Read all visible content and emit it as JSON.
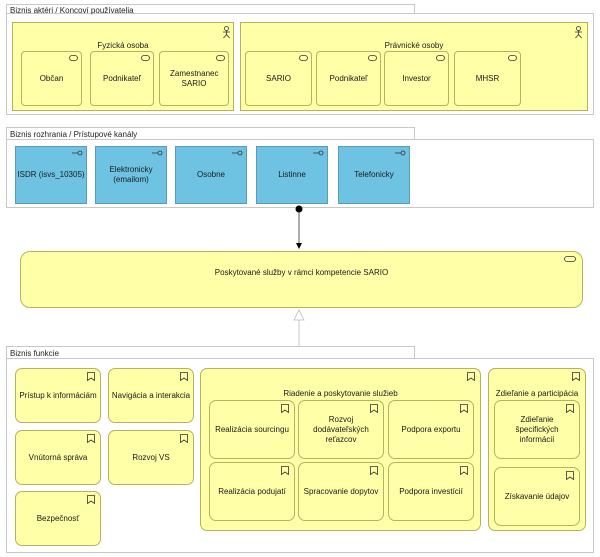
{
  "actors_group": {
    "title": "Biznis aktéri / Koncoví používatelia",
    "physical": {
      "title": "Fyzická osoba",
      "items": [
        "Občan",
        "Podnikateľ",
        "Zamestnanec SARIO"
      ]
    },
    "legal": {
      "title": "Právnické osoby",
      "items": [
        "SARIO",
        "Podnikateľ",
        "Investor",
        "MHSR"
      ]
    }
  },
  "channels_group": {
    "title": "Biznis rozhrania / Prístupové kanály",
    "items": [
      "ISDR (isvs_10305)",
      "Elektronicky (emailom)",
      "Osobne",
      "Listinne",
      "Telefonicky"
    ]
  },
  "service": {
    "label": "Poskytované služby v rámci kompetencie SARIO"
  },
  "functions_group": {
    "title": "Biznis funkcie",
    "left_items": [
      "Prístup k informáciám",
      "Vnútorná správa",
      "Bezpečnosť"
    ],
    "mid_items": [
      "Navigácia a interakcia",
      "Rozvoj VS"
    ],
    "management": {
      "title": "Riadenie a poskytovanie služieb",
      "items": [
        "Realizácia sourcingu",
        "Rozvoj dodávateľských reťazcov",
        "Podpora exportu",
        "Realizácia podujatí",
        "Spracovanie dopytov",
        "Podpora investícií"
      ]
    },
    "sharing": {
      "title": "Zdieľanie a participácia",
      "items": [
        "Zdieľanie špecifických informácií",
        "Získavanie údajov"
      ]
    }
  },
  "colors": {
    "yellow": "#ffffa8",
    "blue": "#6ec3e3",
    "border": "#c8c8c8"
  }
}
